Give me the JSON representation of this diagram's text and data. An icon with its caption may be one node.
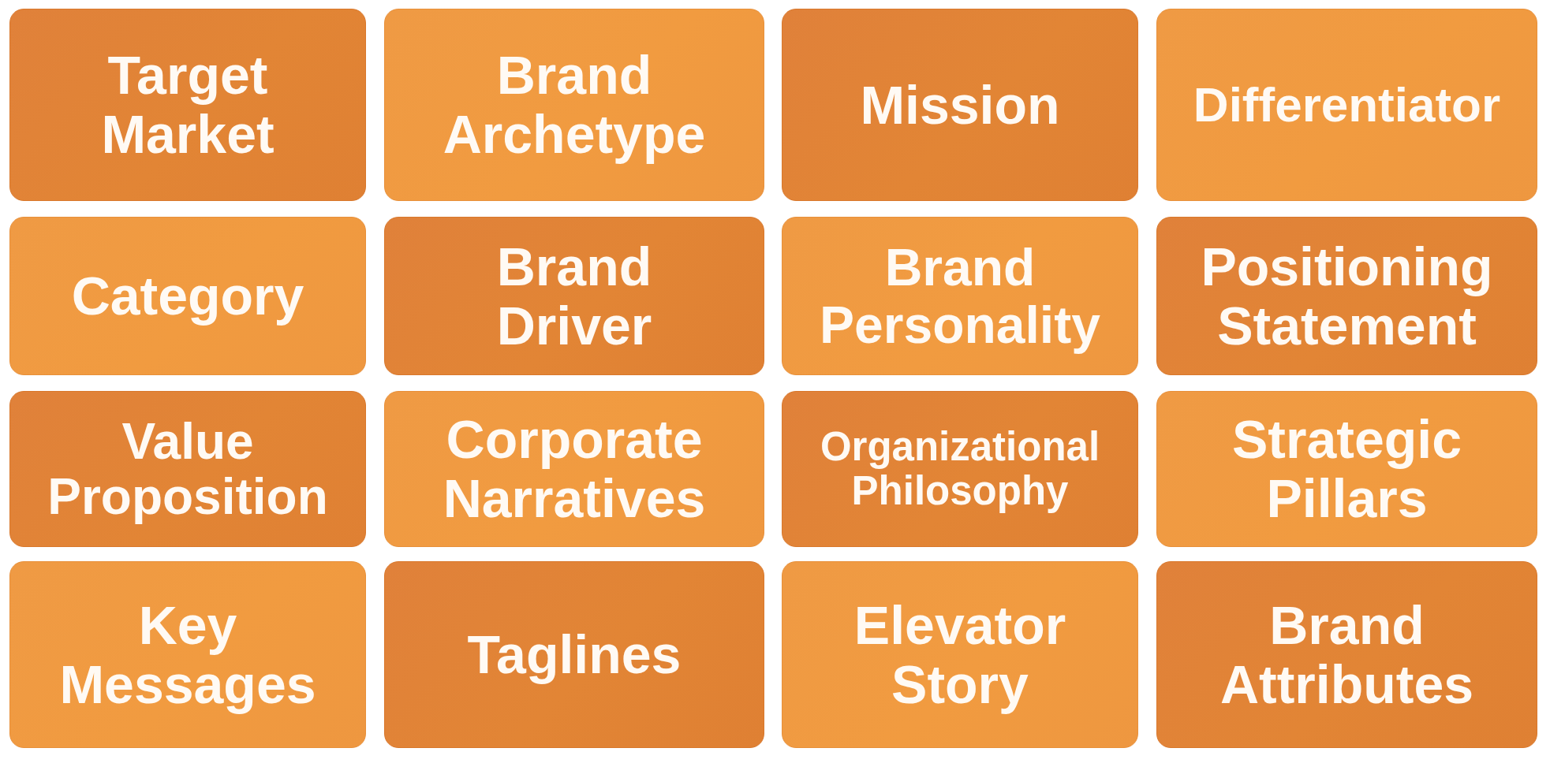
{
  "diagram": {
    "nodes": [
      {
        "text": [
          "Target Market"
        ]
      },
      {
        "text": [
          "Brand Archetype"
        ]
      },
      {
        "text": [
          "Mission"
        ]
      },
      {
        "text": [
          "Differentiator"
        ]
      },
      {
        "text": [
          "Category"
        ]
      },
      {
        "text": [
          "Brand Driver"
        ]
      },
      {
        "text": [
          "Brand Personality"
        ]
      },
      {
        "text": [
          "Positioning Statement"
        ]
      },
      {
        "text": [
          "Value Proposition"
        ]
      },
      {
        "text": [
          "Corporate Narratives"
        ]
      },
      {
        "text": [
          "Organizational Philosophy"
        ]
      },
      {
        "text": [
          "Strategic Pillars"
        ]
      },
      {
        "text": [
          "Key Messages"
        ]
      },
      {
        "text": [
          "Taglines"
        ]
      },
      {
        "text": [
          "Elevator Story"
        ]
      },
      {
        "text": [
          "Brand Attributes"
        ]
      }
    ]
  }
}
